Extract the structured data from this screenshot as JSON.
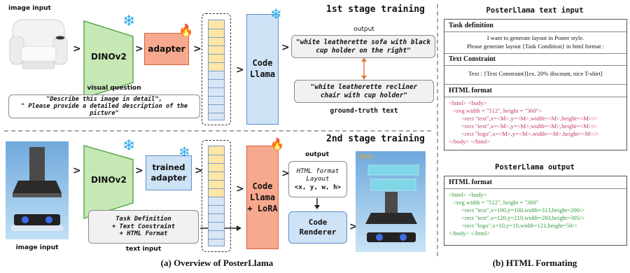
{
  "stage1": {
    "title": "1st stage training",
    "image_label": "image input",
    "encoder": "DINOv2",
    "adapter": "adapter",
    "llm": "Code Llama",
    "output_label": "output",
    "output_text": "\"white leatherette sofa with black cup holder on the right\"",
    "gt_text": "\"white leatherette recliner chair with cup holder\"",
    "gt_label": "ground-truth text",
    "vq_label": "visual question",
    "vq_text_1": "\"Describe this image in detail\",",
    "vq_text_2": "\" Please provide a detailed description of the picture\""
  },
  "stage2": {
    "title": "2nd stage training",
    "image_label": "image input",
    "encoder": "DINOv2",
    "adapter": "trained adapter",
    "llm": "Code Llama + LoRA",
    "output_label": "output",
    "output_box_line1": "HTML format",
    "output_box_line2": "Layout",
    "output_box_line3": "<x, y, w, h>",
    "renderer": "Code Renderer",
    "text_input_line1": "Task Definition",
    "text_input_line2": "+ Text Constraint",
    "text_input_line3": "+ HTML Format",
    "text_input_label": "text input"
  },
  "captions": {
    "left": "(a) Overview of PosterLlama",
    "right": "(b) HTML Formating"
  },
  "text_input_panel": {
    "title": "PosterLlama text input",
    "task_def_title": "Task definition",
    "task_def_line1": "I want to generate layout in Poster style.",
    "task_def_line2": "Please generate layout {Task Condition} in html format :",
    "constraint_title": "Text Constraint",
    "constraint_line": "Text : {Text Constraint}[ex. 20% discount, nice T-shirt]",
    "html_title": "HTML format",
    "html_lines": [
      "<html> <body>",
      "<svg width = \"512\", height = \"360\">",
      "<rect \"text\",x=<M>,y=<M>,width=<M>,height=<M>/>",
      "<rect \"text\",x=<M>,y=<M>,width=<M>,height=<M>/>",
      "<rect \"logo\",x=<M>,y=<M>,width=<M>,height=<M>/>",
      "</body> </html>"
    ]
  },
  "output_panel": {
    "title": "PosterLlama output",
    "html_title": "HTML format",
    "html_lines": [
      "<html> <body>",
      "<svg width = \"512\", height = \"360\"",
      "<rect \"text\",x=100,y=100,width=313,height=200/>",
      "<rect \"text\",x=120,y=210,width=283,height=305/>",
      "<rect \"logo\",x=10,y=10,width=121,height=50/>",
      "</body> </html>"
    ]
  },
  "colors": {
    "encoder": "#c6e8b4",
    "adapter": "#f7a98f",
    "llm": "#cfe3f6",
    "token_yellow": "#fde6a6",
    "token_blue": "#d8e6f5",
    "code_pink": "#c0395a",
    "code_green": "#2f9a3a"
  },
  "icons": [
    "snowflake-icon",
    "fire-icon"
  ]
}
